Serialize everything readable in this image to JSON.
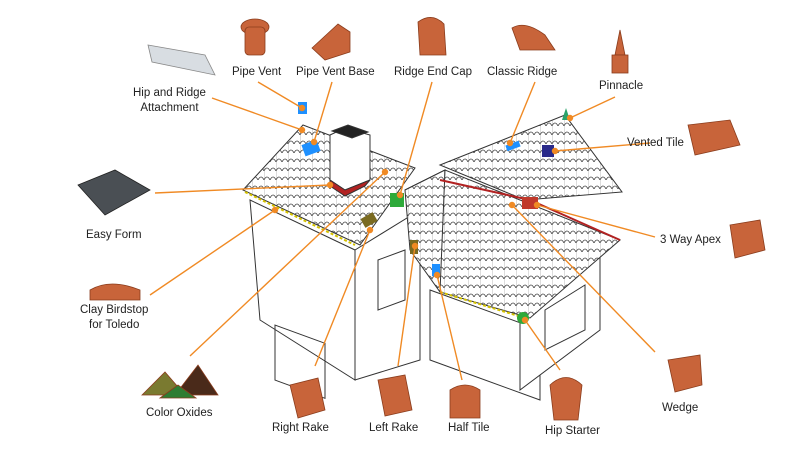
{
  "accent_color": "#f08a24",
  "tile_color": "#c8643a",
  "labels": {
    "pipe_vent": "Pipe Vent",
    "pipe_vent_base": "Pipe Vent Base",
    "ridge_end_cap": "Ridge End Cap",
    "classic_ridge": "Classic Ridge",
    "pinnacle": "Pinnacle",
    "hip_ridge_1": "Hip and Ridge",
    "hip_ridge_2": "Attachment",
    "vented_tile": "Vented Tile",
    "easy_form": "Easy Form",
    "three_way_apex": "3 Way Apex",
    "birdstop_1": "Clay Birdstop",
    "birdstop_2": "for Toledo",
    "color_oxides": "Color Oxides",
    "right_rake": "Right Rake",
    "left_rake": "Left Rake",
    "half_tile": "Half Tile",
    "hip_starter": "Hip Starter",
    "wedge": "Wedge"
  }
}
